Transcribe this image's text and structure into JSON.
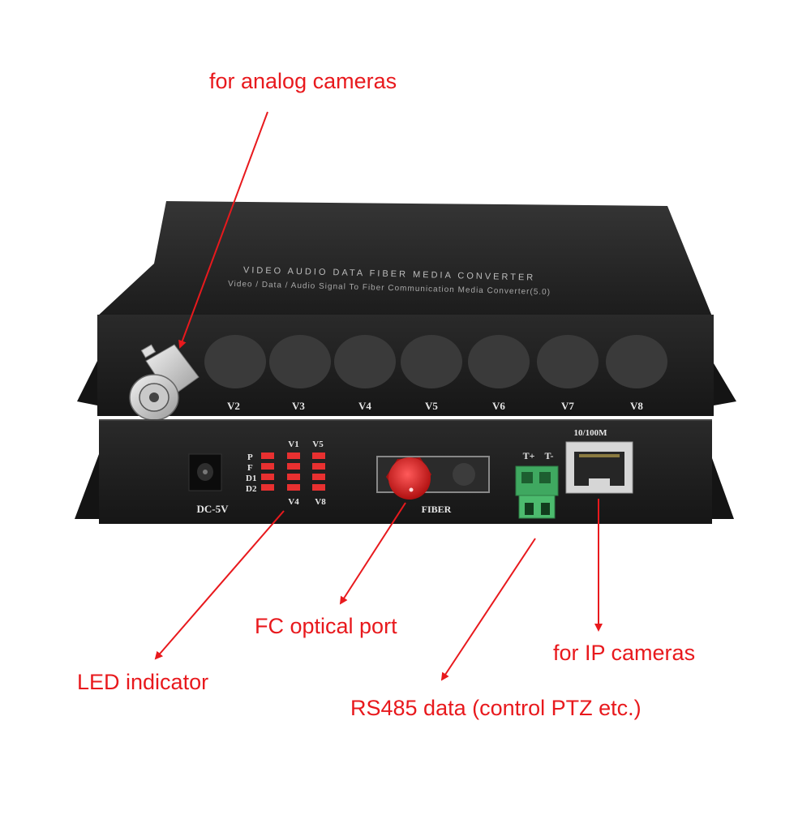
{
  "callouts": {
    "analog_cameras": "for analog cameras",
    "led_indicator": "LED indicator",
    "fc_optical_port": "FC optical port",
    "rs485_data": "RS485 data (control PTZ etc.)",
    "ip_cameras": "for IP cameras"
  },
  "device": {
    "top_title": "VIDEO AUDIO DATA FIBER MEDIA CONVERTER",
    "top_subtitle": "Video / Data / Audio Signal To Fiber Communication Media Converter(5.0)",
    "video_ports": [
      "V2",
      "V3",
      "V4",
      "V5",
      "V6",
      "V7",
      "V8"
    ],
    "power_label": "DC-5V",
    "led_row_labels": [
      "P",
      "F",
      "D1",
      "D2"
    ],
    "led_col1_top": "V1",
    "led_col1_bottom": "V4",
    "led_col2_top": "V5",
    "led_col2_bottom": "V8",
    "fiber_label": "FIBER",
    "rs485_plus": "T+",
    "rs485_minus": "T-",
    "ethernet_label": "10/100M"
  },
  "colors": {
    "callout_red": "#e8191d",
    "chassis_dark": "#1e1e1e",
    "chassis_top": "#2a2a2a",
    "fiber_cap_red": "#d81e1e",
    "terminal_green": "#3fa860",
    "led_red": "#e83030"
  }
}
